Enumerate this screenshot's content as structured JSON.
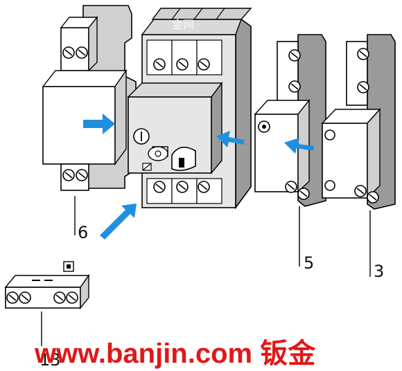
{
  "figure": {
    "callouts": {
      "label_6": "6",
      "label_5": "5",
      "label_3": "3",
      "label_13": "13"
    },
    "breaker_symbols": {
      "on_symbol": "I"
    },
    "watermark": "www.banjin.com 钣金",
    "top_watermark": "金网",
    "colors": {
      "arrow": "#1f8fe0",
      "body_fill": "#e6e6e6",
      "shadow": "#9a9a9a",
      "outline": "#000000",
      "watermark": "#e01818"
    },
    "icons": [
      "arrow-icon",
      "screw-terminal-icon"
    ]
  }
}
